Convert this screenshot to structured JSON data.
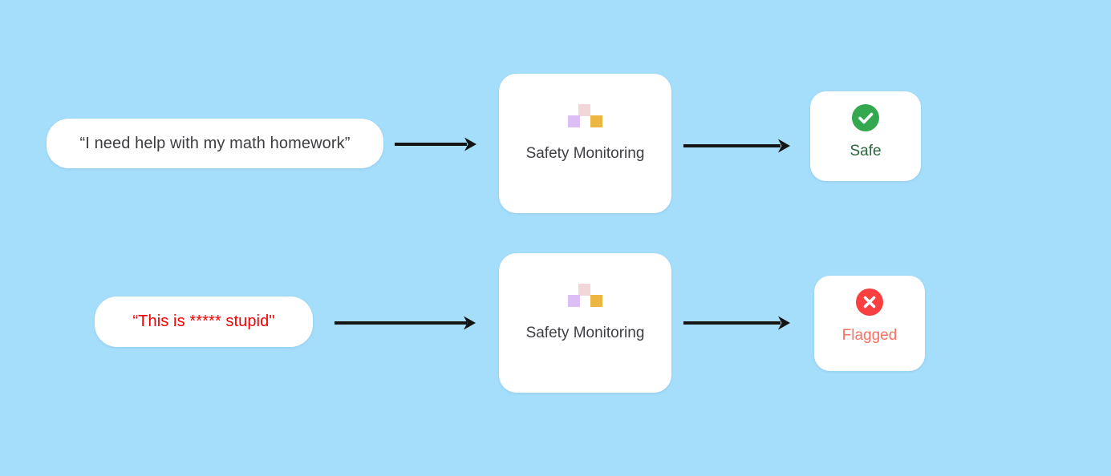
{
  "background": "#A5DEFB",
  "arrow_color": "#141414",
  "monitor_icon_colors": {
    "pink": "#F3D6D9",
    "purple": "#DDBDF6",
    "orange": "#EDB542"
  },
  "rows": [
    {
      "input_text": "“I need help with my math homework”",
      "input_color": "#3C3C41",
      "monitor_label": "Safety Monitoring",
      "result_label": "Safe",
      "result_color": "#2A663B",
      "result_icon": "check-circle-icon",
      "result_icon_color": "#34A84E"
    },
    {
      "input_text": "“This is ***** stupid\"",
      "input_color": "#F50000",
      "monitor_label": "Safety Monitoring",
      "result_label": "Flagged",
      "result_color": "#F97063",
      "result_icon": "x-circle-icon",
      "result_icon_color": "#F93F3F"
    }
  ]
}
